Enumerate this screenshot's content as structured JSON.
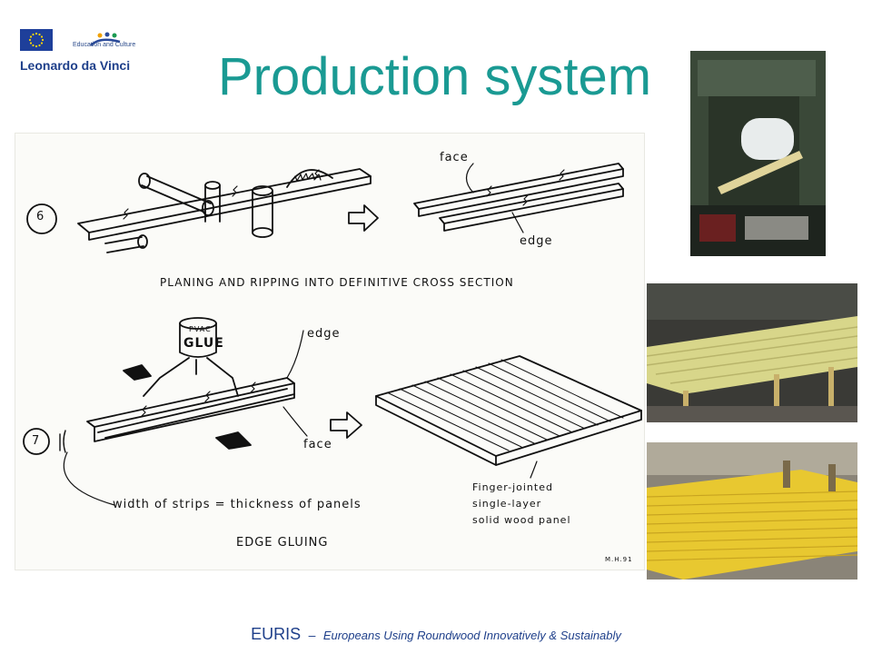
{
  "branding": {
    "ec_caption": "Education and Culture",
    "program": "Leonardo da Vinci"
  },
  "slide": {
    "title": "Production system"
  },
  "sketch": {
    "step6_number": "6",
    "step6_face": "face",
    "step6_edge": "edge",
    "step6_caption": "PLANING AND RIPPING INTO DEFINITIVE CROSS SECTION",
    "step7_number": "7",
    "glue_top": "PVAC",
    "glue_label": "GLUE",
    "step7_edge": "edge",
    "step7_face": "face",
    "panel_note_1": "Finger-jointed",
    "panel_note_2": "single-layer",
    "panel_note_3": "solid wood panel",
    "width_note": "width of strips = thickness of panels",
    "step7_caption": "EDGE GLUING",
    "initials": "M.H.91"
  },
  "footer": {
    "acronym": "EURIS",
    "dash": "–",
    "tagline": "Europeans Using Roundwood Innovatively & Sustainably"
  }
}
